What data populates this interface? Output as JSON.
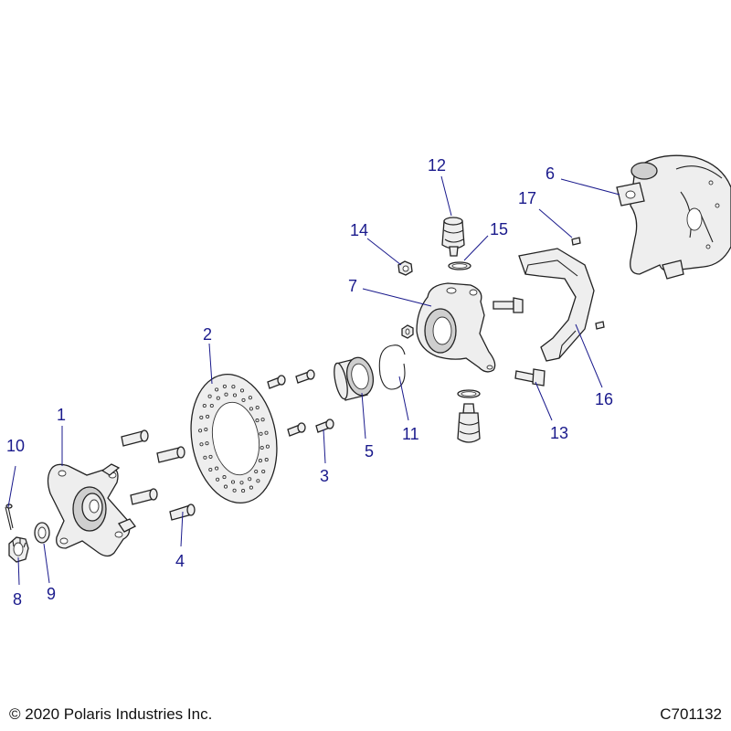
{
  "footer": {
    "copyright": "© 2020 Polaris Industries Inc.",
    "drawing_number": "C701132"
  },
  "callouts": [
    "1",
    "2",
    "3",
    "4",
    "5",
    "6",
    "7",
    "8",
    "9",
    "10",
    "11",
    "12",
    "13",
    "14",
    "15",
    "16",
    "17"
  ],
  "colors": {
    "callout": "#1a1a8c",
    "line": "#222222",
    "part_fill": "#eeeeee"
  }
}
